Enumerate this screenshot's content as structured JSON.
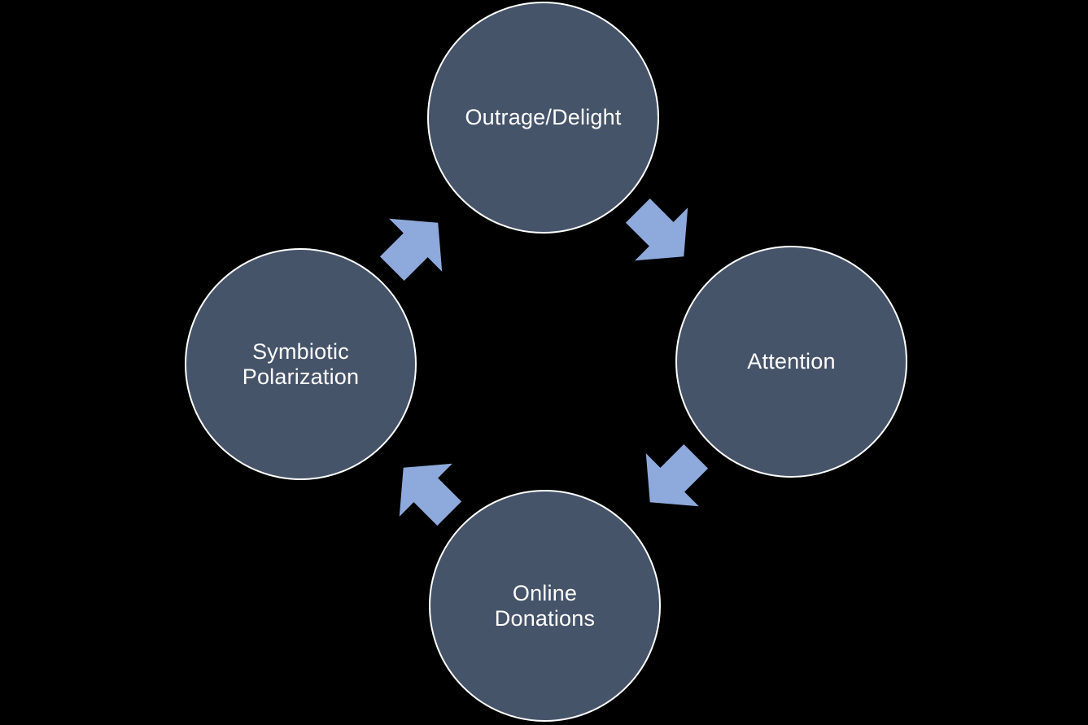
{
  "canvas": {
    "background": "#000000"
  },
  "diagram": {
    "type": "cycle",
    "direction": "clockwise",
    "colors": {
      "node_fill": "#46546A",
      "node_stroke": "#FFFFFF",
      "text_color": "#FFFFFF",
      "arrow_fill": "#8EA9DB",
      "background": "#000000"
    },
    "nodes": [
      {
        "id": "outrage-delight",
        "position": "top",
        "label": "Outrage/Delight",
        "lines": [
          "Outrage/Delight"
        ]
      },
      {
        "id": "attention",
        "position": "right",
        "label": "Attention",
        "lines": [
          "Attention"
        ]
      },
      {
        "id": "online-donations",
        "position": "bottom",
        "label": "Online Donations",
        "lines": [
          "Online",
          "Donations"
        ]
      },
      {
        "id": "symbiotic-polarization",
        "position": "left",
        "label": "Symbiotic Polarization",
        "lines": [
          "Symbiotic",
          "Polarization"
        ]
      }
    ],
    "arrows": [
      {
        "id": "arrow-top-to-right",
        "from": "Outrage/Delight",
        "to": "Attention",
        "points": "southeast"
      },
      {
        "id": "arrow-right-to-bottom",
        "from": "Attention",
        "to": "Online Donations",
        "points": "southwest"
      },
      {
        "id": "arrow-bottom-to-left",
        "from": "Online Donations",
        "to": "Symbiotic Polarization",
        "points": "northwest"
      },
      {
        "id": "arrow-left-to-top",
        "from": "Symbiotic Polarization",
        "to": "Outrage/Delight",
        "points": "northeast"
      }
    ]
  }
}
